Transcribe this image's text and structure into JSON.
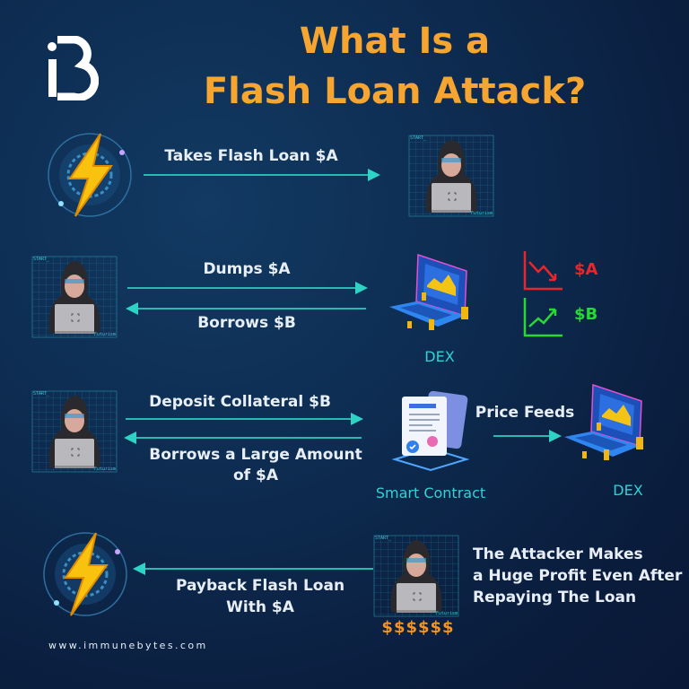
{
  "brand": {
    "logo_letter": "B",
    "website": "www.immunebytes.com"
  },
  "title": {
    "line1": "What Is a",
    "line2": "Flash Loan Attack?"
  },
  "hacker_labels": {
    "start": "START_",
    "futurism": "Futurism"
  },
  "steps": [
    {
      "arrow_label": "Takes Flash Loan $A",
      "direction": "right"
    },
    {
      "arrow_label_top": "Dumps $A",
      "arrow_label_bottom": "Borrows $B",
      "target": "DEX",
      "price_moves": [
        {
          "asset": "$A",
          "trend": "down",
          "color": "#e8262b"
        },
        {
          "asset": "$B",
          "trend": "up",
          "color": "#27d933"
        }
      ]
    },
    {
      "arrow_label_top": "Deposit Collateral $B",
      "arrow_label_bottom_line1": "Borrows a Large Amount",
      "arrow_label_bottom_line2": "of $A",
      "contract_label": "Smart Contract",
      "feed_label": "Price Feeds",
      "target": "DEX"
    },
    {
      "arrow_label_line1": "Payback Flash Loan",
      "arrow_label_line2": "With $A",
      "profit": "$$$$$$",
      "result_line1": "The Attacker Makes",
      "result_line2": "a Huge Profit Even After",
      "result_line3": "Repaying The Loan"
    }
  ],
  "colors": {
    "title": "#f7a531",
    "accent": "#2fd3c6",
    "background": "#0d2a4e",
    "profit": "#f7931e"
  }
}
